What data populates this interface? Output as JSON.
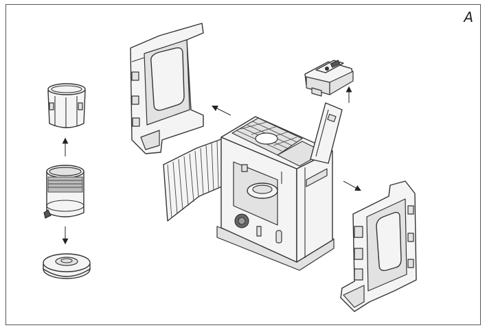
{
  "figure": {
    "panel_label": "A"
  },
  "parts": [
    {
      "name": "burner-outer-cylinder"
    },
    {
      "name": "burner-inner-cylinder"
    },
    {
      "name": "burner-base-plate"
    },
    {
      "name": "left-side-panel"
    },
    {
      "name": "front-grille"
    },
    {
      "name": "heater-body"
    },
    {
      "name": "control-module"
    },
    {
      "name": "right-side-panel"
    }
  ]
}
